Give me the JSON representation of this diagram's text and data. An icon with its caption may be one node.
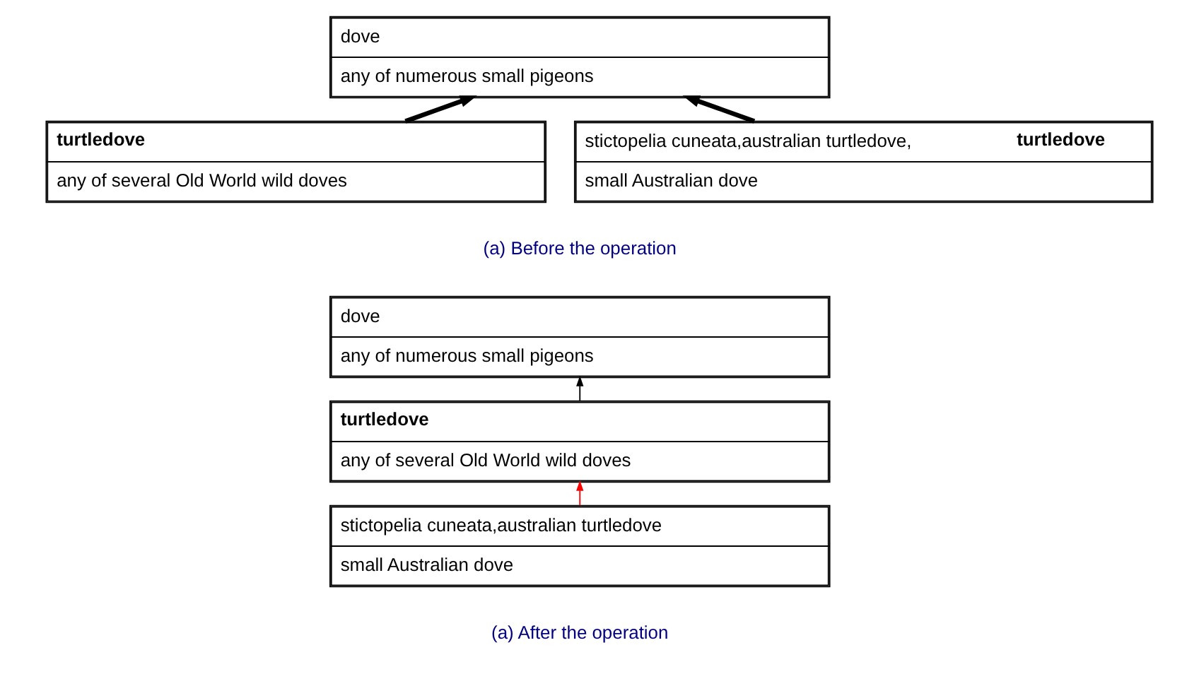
{
  "diagram": {
    "nodes": [
      {
        "text": [
          "dove",
          "any of numerous small pigeons"
        ]
      },
      {
        "text": [
          "turtledove",
          "any of several Old World wild doves"
        ]
      },
      {
        "text": [
          "stictopelia cuneata,australian turtledove,**turtledove**",
          "small Australian dove"
        ]
      },
      {
        "text": [
          "dove",
          "any of numerous small pigeons"
        ]
      },
      {
        "text": [
          "turtledove",
          "any of several Old World wild doves"
        ]
      },
      {
        "text": [
          "stictopelia cuneata,australian turtledove",
          "small Australian dove"
        ]
      }
    ],
    "edges": [
      {
        "from": 1,
        "to": 0,
        "arrow": "to",
        "style": "thick"
      },
      {
        "from": 2,
        "to": 0,
        "arrow": "to",
        "style": "thick"
      },
      {
        "from": 4,
        "to": 3,
        "arrow": "to"
      },
      {
        "from": 5,
        "to": 4,
        "arrow": "to",
        "color": "#ff0000"
      }
    ],
    "labels": [
      "(a) Before the operation",
      "(a) After the operation"
    ]
  }
}
